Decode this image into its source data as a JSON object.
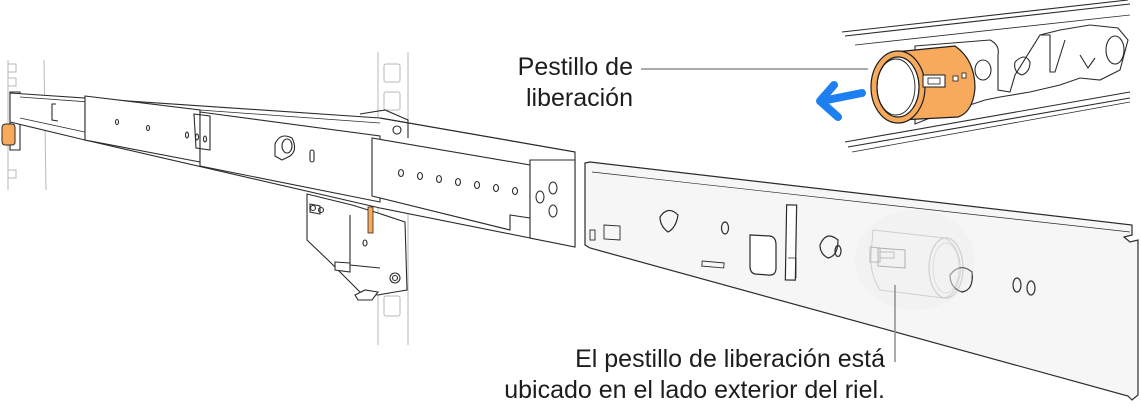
{
  "diagram": {
    "type": "technical-illustration",
    "subject": "slide rail and outer rail with release latch",
    "callouts": {
      "release_latch": {
        "line1": "Pestillo de",
        "line2": "liberación"
      },
      "latch_location": {
        "line1": "El pestillo de liberación está",
        "line2": "ubicado en el lado exterior del riel."
      }
    },
    "colors": {
      "latch_orange": "#f7a95c",
      "latch_stroke": "#1d1d1f",
      "arrow_blue": "#1d7ff0",
      "line_gray": "#8e8e93",
      "rack_gray": "#b5b5b5",
      "rail_fill": "#f6f6f6",
      "outline": "#2b2b2b"
    },
    "parts": [
      "rack-post-left",
      "rack-post-right",
      "slide-rail-assembly",
      "outer-rail",
      "release-latch-detail-inset",
      "release-direction-arrow"
    ]
  }
}
